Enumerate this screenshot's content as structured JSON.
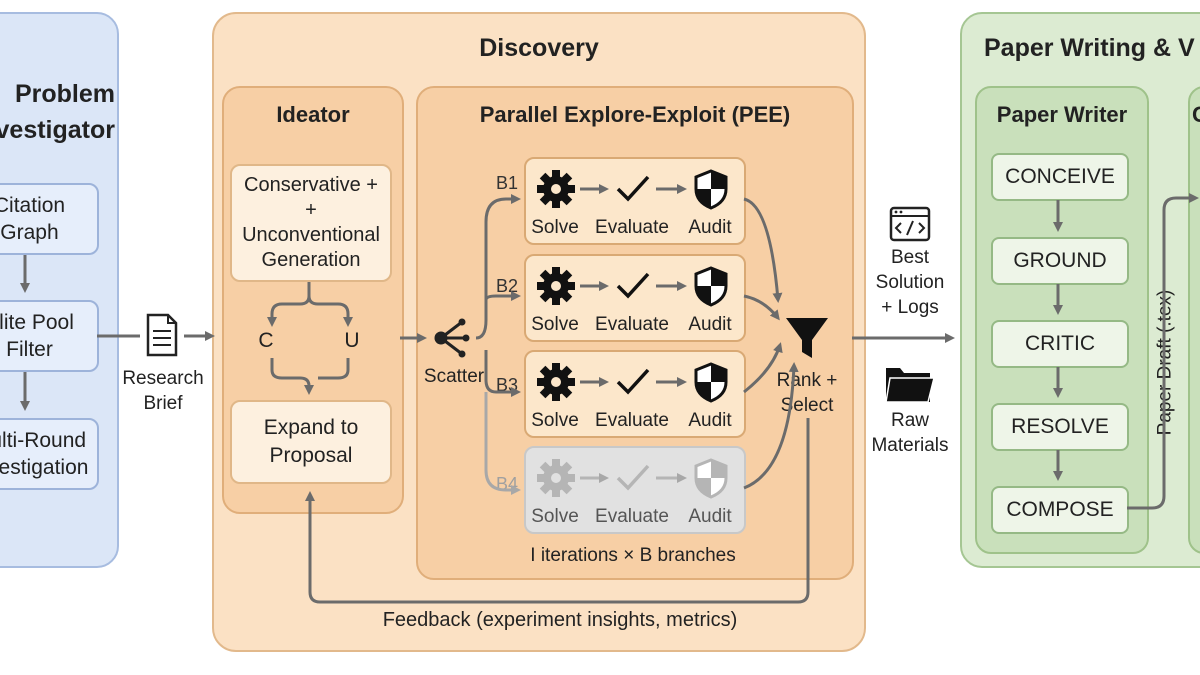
{
  "left_panel": {
    "title": "Problem\nInvestigator",
    "boxes": [
      "Citation\nGraph",
      "Elite Pool\nFilter",
      "Multi-Round\nInvestigation"
    ]
  },
  "handoff_left": {
    "label": "Research\nBrief"
  },
  "discovery": {
    "title": "Discovery",
    "ideator": {
      "title": "Ideator",
      "generation": "Conservative +\n+\nUnconventional\nGeneration",
      "c": "C",
      "u": "U",
      "expand": "Expand to\nProposal"
    },
    "pee": {
      "title": "Parallel Explore-Exploit (PEE)",
      "scatter": "Scatter",
      "branches": [
        {
          "id": "B1",
          "steps": [
            "Solve",
            "Evaluate",
            "Audit"
          ],
          "active": true
        },
        {
          "id": "B2",
          "steps": [
            "Solve",
            "Evaluate",
            "Audit"
          ],
          "active": true
        },
        {
          "id": "B3",
          "steps": [
            "Solve",
            "Evaluate",
            "Audit"
          ],
          "active": true
        },
        {
          "id": "B4",
          "steps": [
            "Solve",
            "Evaluate",
            "Audit"
          ],
          "active": false
        }
      ],
      "rank": "Rank +\nSelect",
      "footer": "I iterations × B branches"
    },
    "feedback": "Feedback (experiment insights, metrics)"
  },
  "handoff_right": {
    "best": "Best\nSolution\n+ Logs",
    "raw": "Raw\nMaterials"
  },
  "paper": {
    "title": "Paper Writing & V",
    "writer": {
      "title": "Paper Writer",
      "steps": [
        "CONCEIVE",
        "GROUND",
        "CRITIC",
        "RESOLVE",
        "COMPOSE"
      ]
    },
    "draft": "Paper Draft (.tex)",
    "next_panel_letter": "C"
  },
  "colors": {
    "arrow": "#6b6b6b",
    "blue_panel": "#dbe6f7",
    "orange_panel": "#fbe1c4",
    "green_panel": "#dcebd2"
  }
}
